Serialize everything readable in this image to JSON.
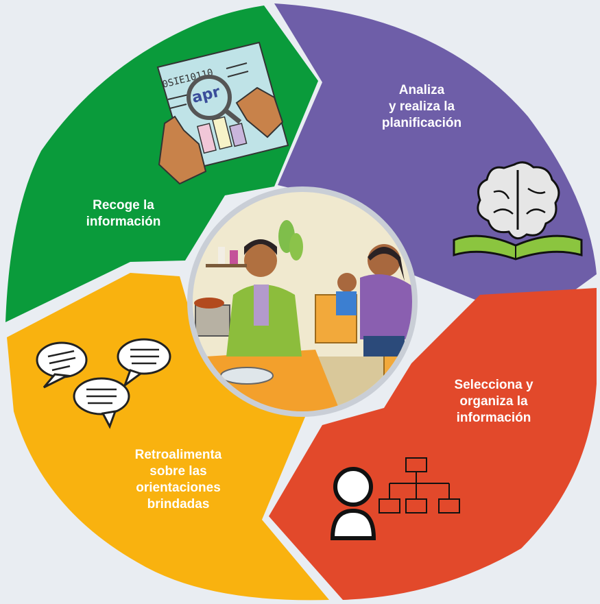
{
  "colors": {
    "background": "#e9edf2",
    "green": "#0a9b3b",
    "purple": "#6e5ea8",
    "red": "#e2492b",
    "yellow": "#f9b20f",
    "center_border": "#c9ced6"
  },
  "segments": [
    {
      "id": "recoge",
      "lines": [
        "Recoge la",
        "información"
      ],
      "icon": "magnifier-document-icon"
    },
    {
      "id": "analiza",
      "lines": [
        "Analiza",
        "y realiza la",
        "planificación"
      ],
      "icon": "brain-book-icon"
    },
    {
      "id": "selecciona",
      "lines": [
        "Selecciona y",
        "organiza la",
        "información"
      ],
      "icon": "person-org-chart-icon"
    },
    {
      "id": "retroalimenta",
      "lines": [
        "Retroalimenta",
        "sobre las",
        "orientaciones",
        "brindadas"
      ],
      "icon": "speech-bubbles-icon"
    }
  ],
  "magnifier_text": {
    "header": "0SIE10110",
    "lens": "apr"
  },
  "center_image": "classroom-scene-illustration"
}
